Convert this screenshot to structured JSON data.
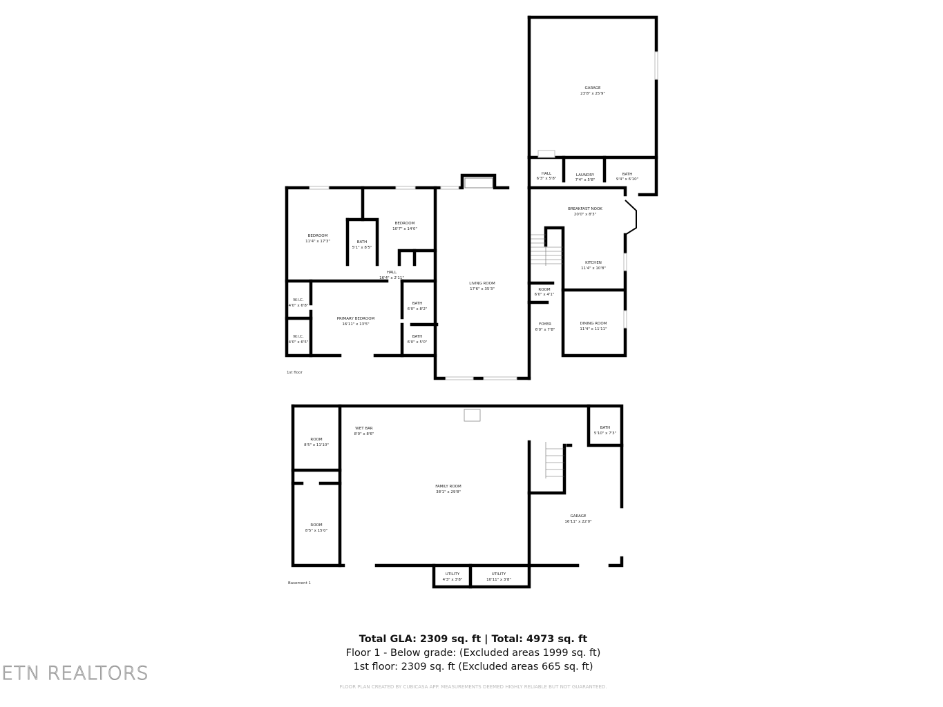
{
  "floors": {
    "first": {
      "label": "1st floor",
      "rooms": [
        {
          "name": "GARAGE",
          "dim": "23'8\" x 25'9\""
        },
        {
          "name": "HALL",
          "dim": "6'3\" x 5'8\""
        },
        {
          "name": "LAUNDRY",
          "dim": "7'4\" x 5'8\""
        },
        {
          "name": "BATH",
          "dim": "9'4\" x 6'10\""
        },
        {
          "name": "BREAKFAST NOOK",
          "dim": "20'0\" x 8'3\""
        },
        {
          "name": "KITCHEN",
          "dim": "11'4\" x 10'8\""
        },
        {
          "name": "ROOM",
          "dim": "6'0\" x 4'1\""
        },
        {
          "name": "FOYER",
          "dim": "6'0\" x 7'8\""
        },
        {
          "name": "DINING ROOM",
          "dim": "11'4\" x 11'11\""
        },
        {
          "name": "LIVING ROOM",
          "dim": "17'6\" x 35'3\""
        },
        {
          "name": "BEDROOM",
          "dim": "11'4\" x 17'3\""
        },
        {
          "name": "BATH",
          "dim": "5'1\" x 8'5\""
        },
        {
          "name": "BEDROOM",
          "dim": "10'7\" x 14'0\""
        },
        {
          "name": "HALL",
          "dim": "16'4\" x 2'11\""
        },
        {
          "name": "W.I.C.",
          "dim": "4'0\" x 6'8\""
        },
        {
          "name": "PRIMARY BEDROOM",
          "dim": "16'11\" x 13'5\""
        },
        {
          "name": "BATH",
          "dim": "6'0\" x 8'2\""
        },
        {
          "name": "W.I.C.",
          "dim": "4'0\" x 6'5\""
        },
        {
          "name": "BATH",
          "dim": "6'0\" x 5'0\""
        }
      ]
    },
    "basement": {
      "label": "Basement 1",
      "rooms": [
        {
          "name": "ROOM",
          "dim": "8'5\" x 11'10\""
        },
        {
          "name": "WET BAR",
          "dim": "8'0\" x 8'6\""
        },
        {
          "name": "FAMILY ROOM",
          "dim": "38'1\" x 29'8\""
        },
        {
          "name": "BATH",
          "dim": "5'10\" x 7'3\""
        },
        {
          "name": "ROOM",
          "dim": "8'5\" x 15'0\""
        },
        {
          "name": "GARAGE",
          "dim": "16'11\" x 22'0\""
        },
        {
          "name": "UTILITY",
          "dim": "4'3\" x 3'8\""
        },
        {
          "name": "UTILITY",
          "dim": "10'11\" x 3'8\""
        }
      ]
    }
  },
  "summary": {
    "total": "Total GLA: 2309 sq. ft | Total: 4973 sq. ft",
    "below_grade": "Floor 1 - Below grade: (Excluded areas 1999 sq. ft)",
    "first_floor": "1st floor: 2309 sq. ft (Excluded areas 665 sq. ft)"
  },
  "disclaimer": "FLOOR PLAN CREATED BY CUBICASA APP. MEASUREMENTS DEEMED HIGHLY RELIABLE BUT NOT GUARANTEED.",
  "logo": "ETN REALTORS"
}
